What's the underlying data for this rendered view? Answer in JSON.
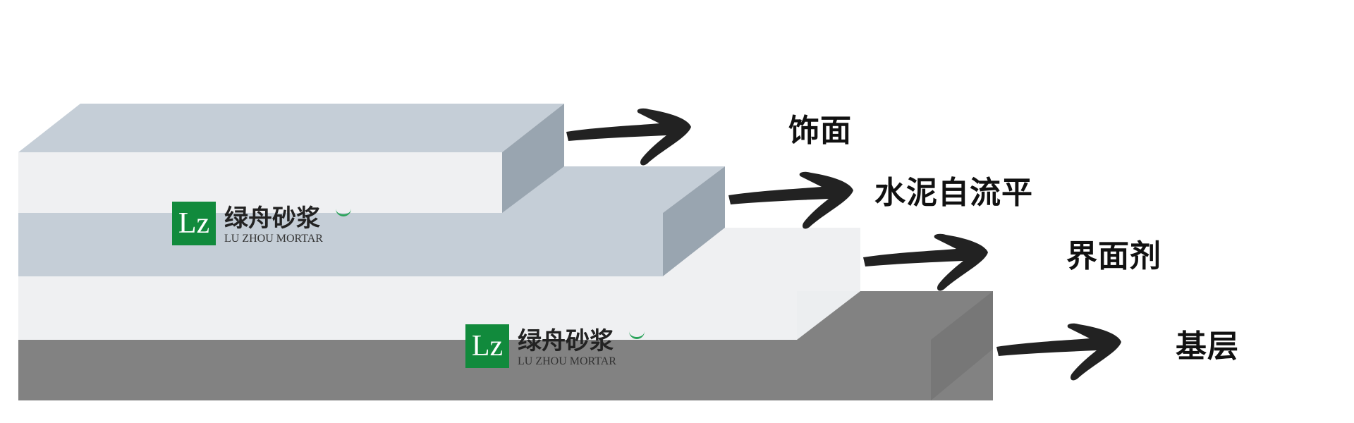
{
  "layers": [
    {
      "id": "finish",
      "label": "饰面"
    },
    {
      "id": "leveling",
      "label": "水泥自流平"
    },
    {
      "id": "primer",
      "label": "界面剂"
    },
    {
      "id": "base",
      "label": "基层"
    }
  ],
  "brand": {
    "mark": "Lz",
    "name_cn": "绿舟砂浆",
    "name_en": "LU ZHOU MORTAR"
  },
  "colors": {
    "finish": "#c5ced7",
    "leveling": "#eff0f2",
    "primer": "#eff0f2",
    "base": "#828282",
    "brand_green": "#118a3c",
    "arrow": "#222222"
  }
}
